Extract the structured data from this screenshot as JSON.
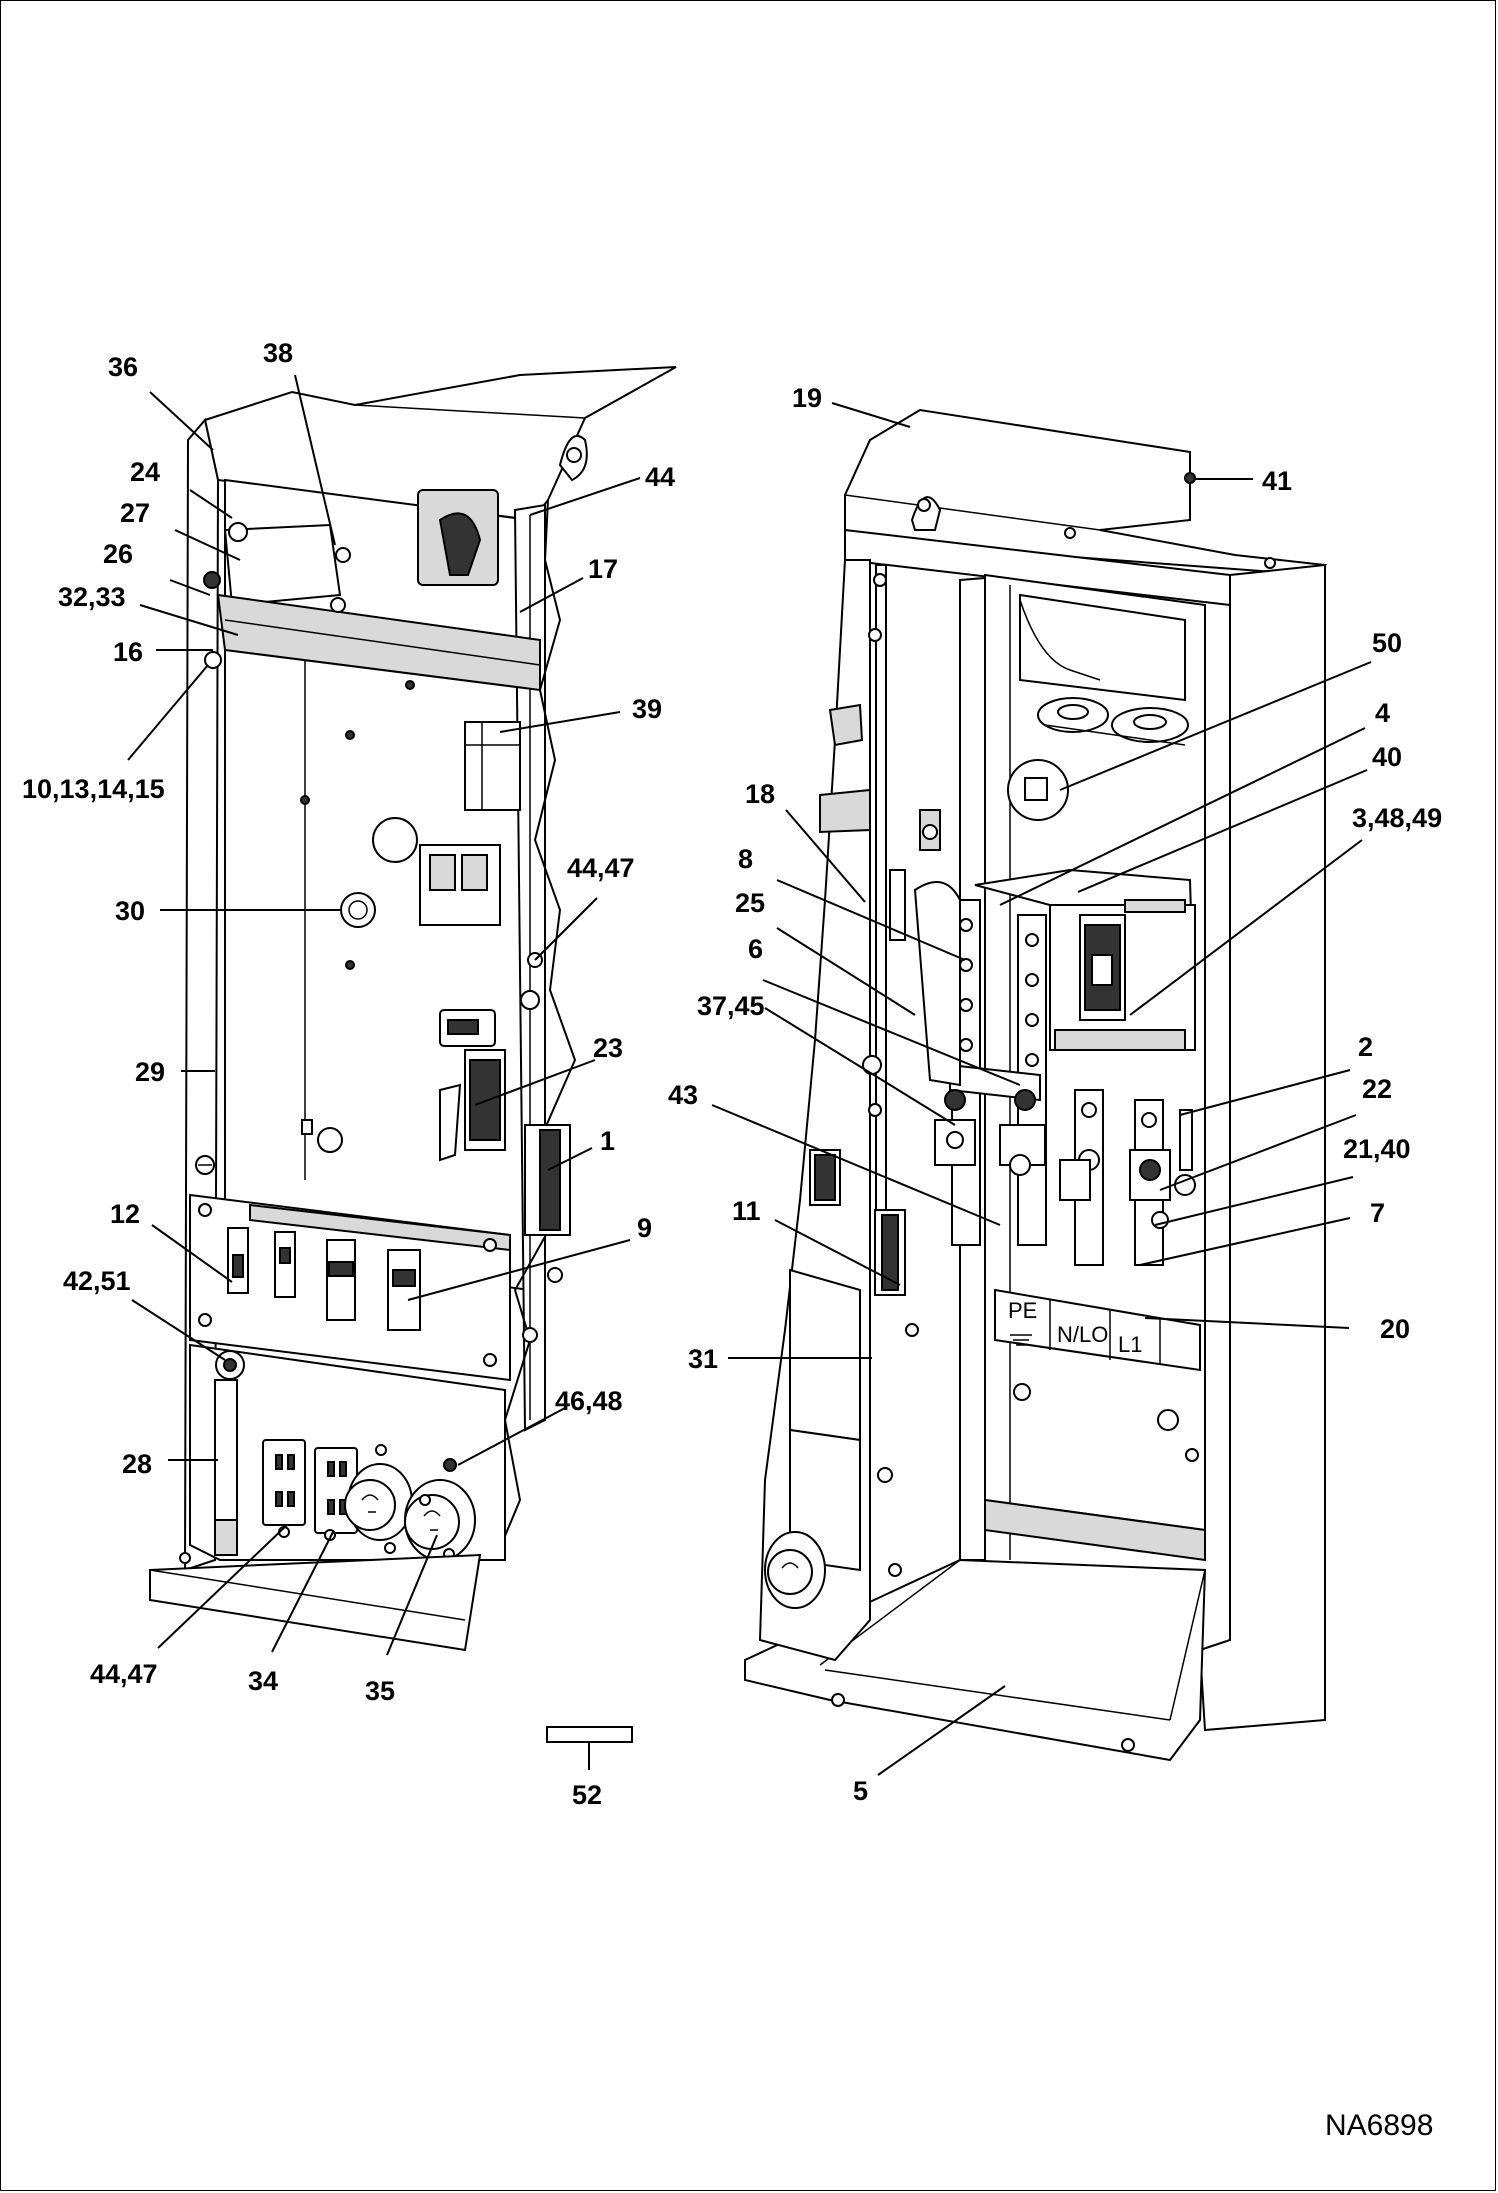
{
  "figure_id": "NA6898",
  "left_callouts": {
    "c36": "36",
    "c38": "38",
    "c24": "24",
    "c27": "27",
    "c26": "26",
    "c32_33": "32,33",
    "c16": "16",
    "c10_13_14_15": "10,13,14,15",
    "c44_top": "44",
    "c17": "17",
    "c39": "39",
    "c44_47_mid": "44,47",
    "c30": "30",
    "c29": "29",
    "c23": "23",
    "c1": "1",
    "c12": "12",
    "c9": "9",
    "c42_51": "42,51",
    "c46_48": "46,48",
    "c28": "28",
    "c44_47_bottom": "44,47",
    "c34": "34",
    "c35": "35",
    "c52": "52"
  },
  "right_callouts": {
    "c19": "19",
    "c41": "41",
    "c50": "50",
    "c4": "4",
    "c40": "40",
    "c18": "18",
    "c3_48_49": "3,48,49",
    "c8": "8",
    "c25": "25",
    "c6": "6",
    "c37_45": "37,45",
    "c2": "2",
    "c43": "43",
    "c22": "22",
    "c21_40": "21,40",
    "c11": "11",
    "c7": "7",
    "c20": "20",
    "c31": "31",
    "c5": "5"
  },
  "terminal_labels": {
    "pe": "PE",
    "nlo": "N/LO",
    "l1": "L1"
  }
}
